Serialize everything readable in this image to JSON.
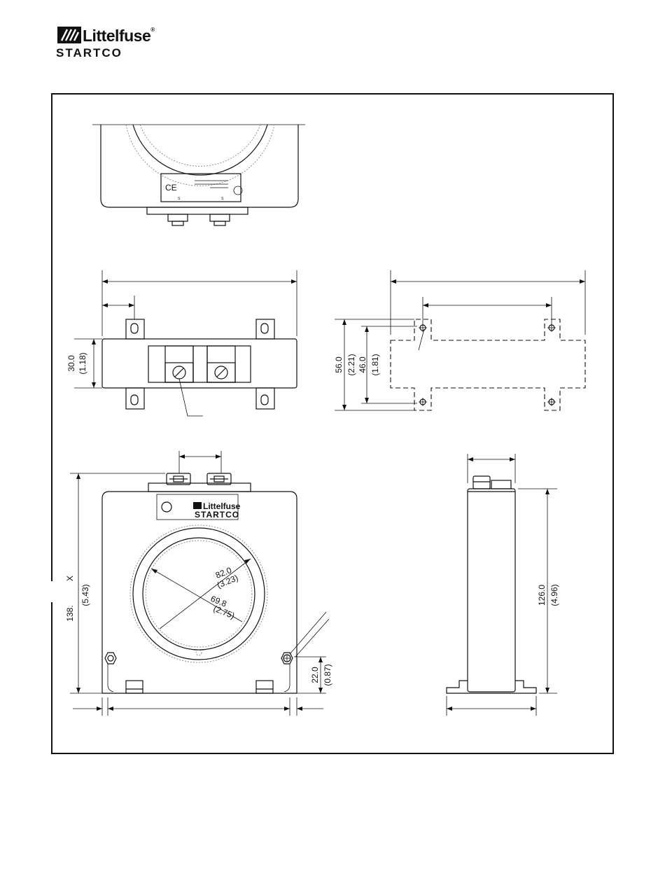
{
  "brand": {
    "name_top": "Littelfuse",
    "registered": "®",
    "name_bottom": "STARTCO",
    "label_top": "Littelfuse",
    "label_bottom": "STARTCO"
  },
  "label_plate": {
    "ce_mark": "CE",
    "s_marks": [
      "S",
      "S"
    ]
  },
  "dimensions": {
    "side_height_mm": "30.0",
    "side_height_in": "(1.18)",
    "mount_outer_mm": "56.0",
    "mount_outer_in": "(2.21)",
    "mount_inner_mm": "46.0",
    "mount_inner_in": "(1.81)",
    "window_outer_mm": "82.0",
    "window_outer_in": "(3.23)",
    "window_inner_mm": "69.8",
    "window_inner_in": "(2.75)",
    "overall_height_mm": "138.",
    "overall_height_suffix": "X",
    "overall_height_in": "(5.43)",
    "hole_offset_mm": "22.0",
    "hole_offset_in": "(0.87)",
    "depth_mm": "126.0",
    "depth_in": "(4.96)"
  }
}
